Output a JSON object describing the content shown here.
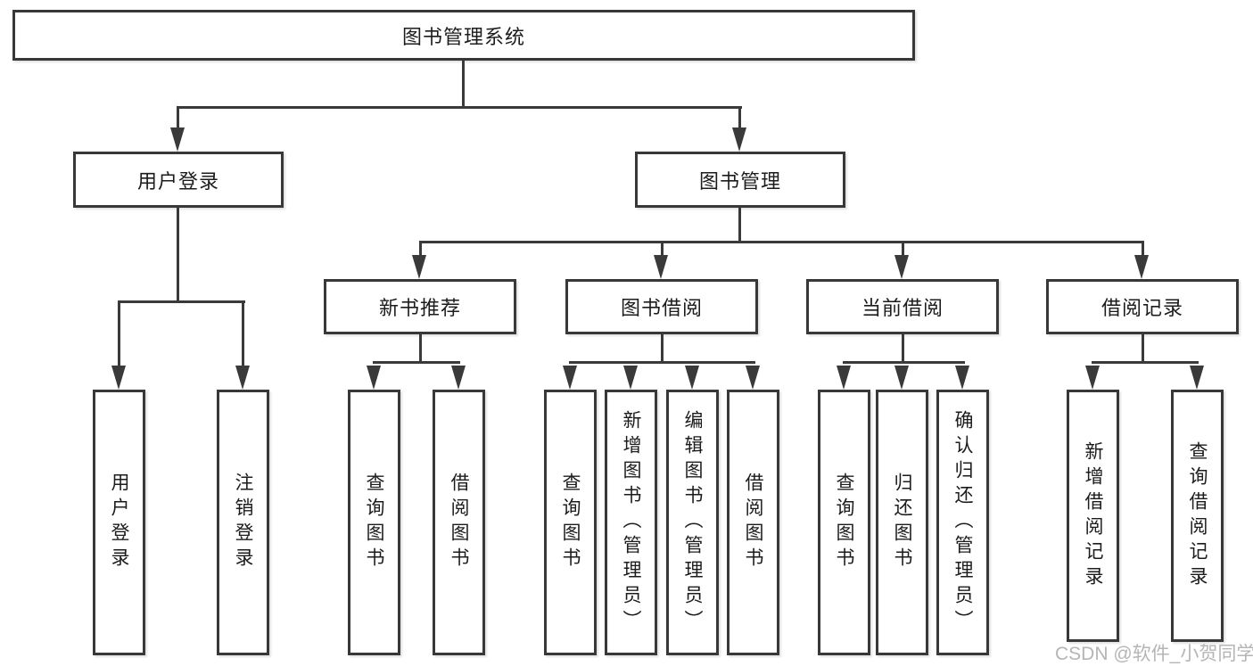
{
  "diagram": {
    "root": "图书管理系统",
    "user_login": {
      "label": "用户登录",
      "children": [
        "用户登录",
        "注销登录"
      ]
    },
    "book_mgmt": {
      "label": "图书管理",
      "modules": [
        {
          "label": "新书推荐",
          "children": [
            "查询图书",
            "借阅图书"
          ]
        },
        {
          "label": "图书借阅",
          "children": [
            "查询图书",
            "新增图书（管理员）",
            "编辑图书（管理员）",
            "借阅图书"
          ]
        },
        {
          "label": "当前借阅",
          "children": [
            "查询图书",
            "归还图书",
            "确认归还（管理员）"
          ]
        },
        {
          "label": "借阅记录",
          "children": [
            "新增借阅记录",
            "查询借阅记录"
          ]
        }
      ]
    },
    "watermark": "CSDN @软件_小贺同学"
  },
  "colors": {
    "bg": "#ffffff",
    "line": "#3a3a3a",
    "box_border": "#383838",
    "box_fill": "#ffffff",
    "text": "#1c1c1c",
    "watermark": "#b5b5b5"
  }
}
